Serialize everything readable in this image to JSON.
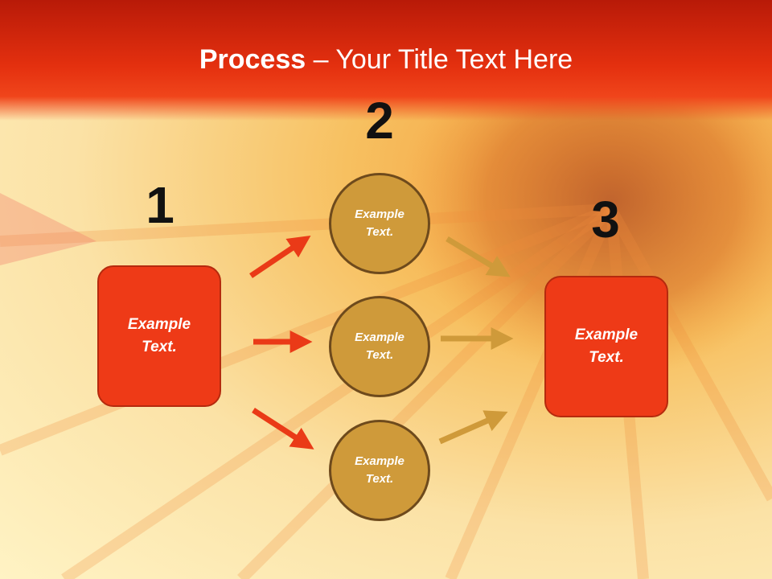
{
  "title": {
    "bold": "Process",
    "rest": " – Your Title Text Here"
  },
  "steps": [
    {
      "number": "1",
      "box_text": "Example\nText."
    },
    {
      "number": "2",
      "circles": [
        "Example\nText.",
        "Example\nText.",
        "Example\nText."
      ]
    },
    {
      "number": "3",
      "box_text": "Example\nText."
    }
  ],
  "colors": {
    "box_fill": "#ee3a17",
    "circle_fill": "#cf9a3a",
    "red_arrow": "#ea3a17",
    "gold_arrow": "#cf9a3a",
    "title_band": "#e4300f"
  }
}
